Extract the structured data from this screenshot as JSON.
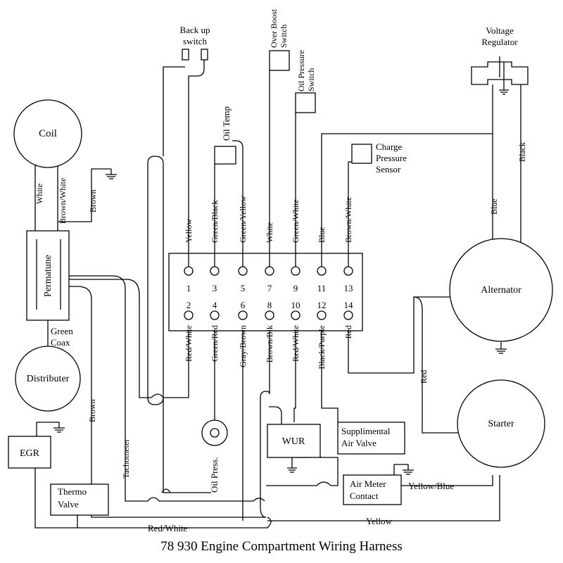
{
  "title": "78 930 Engine Compartment Wiring Harness",
  "components": {
    "backup_switch": [
      "Back up",
      "switch"
    ],
    "over_boost_switch": [
      "Over Boost",
      "Switch"
    ],
    "oil_pressure_switch": [
      "Oil Pressure",
      "Switch"
    ],
    "oil_temp": "Oil Temp",
    "charge_pressure_sensor": [
      "Charge",
      "Pressure",
      "Sensor"
    ],
    "voltage_regulator": [
      "Voltage",
      "Regulator"
    ],
    "coil": "Coil",
    "permatune": "Permatune",
    "distributer": "Distributer",
    "egr": "EGR",
    "thermo_valve": [
      "Thermo",
      "Valve"
    ],
    "alternator": "Alternator",
    "starter": "Starter",
    "wur": "WUR",
    "supplimental_air_valve": [
      "Supplimental",
      "Air Valve"
    ],
    "air_meter_contact": [
      "Air Meter",
      "Contact"
    ],
    "oil_press": "Oil Press."
  },
  "connector": {
    "top_pins": [
      "1",
      "3",
      "5",
      "7",
      "9",
      "11",
      "13"
    ],
    "bottom_pins": [
      "2",
      "4",
      "6",
      "8",
      "10",
      "12",
      "14"
    ],
    "top_wires": [
      "Yellow",
      "Green/Black",
      "Green/Yellow",
      "White",
      "Green/White",
      "Blue",
      "Brown/White"
    ],
    "bottom_wires": [
      "Red/White",
      "Green/Red",
      "Gray/Brown",
      "Brown/Blk",
      "Red/White",
      "Black/Purple",
      "Red"
    ]
  },
  "wire_labels": {
    "coil_white": "White",
    "coil_brown_white": "Brown/White",
    "brown_ground": "Brown",
    "green_coax": [
      "Green",
      "Coax"
    ],
    "egr_brown": "Brown",
    "tachometer": "Tachometer",
    "bottom_red_white": "Red/White",
    "bottom_yellow": "Yellow",
    "yellow_blue": "Yellow/Blue",
    "alt_blue": "Blue",
    "alt_black": "Black",
    "starter_red": "Red"
  }
}
